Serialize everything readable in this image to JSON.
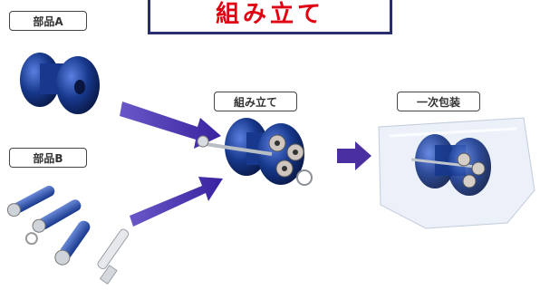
{
  "title": "組み立て",
  "labels": {
    "part_a": "部品A",
    "part_b": "部品B",
    "assembly": "組み立て",
    "packaging": "一次包装"
  },
  "colors": {
    "title_text": "#e00012",
    "title_border": "#2a2e6e",
    "arrow": "#4a2fa0",
    "part_blue": "#17388c"
  }
}
